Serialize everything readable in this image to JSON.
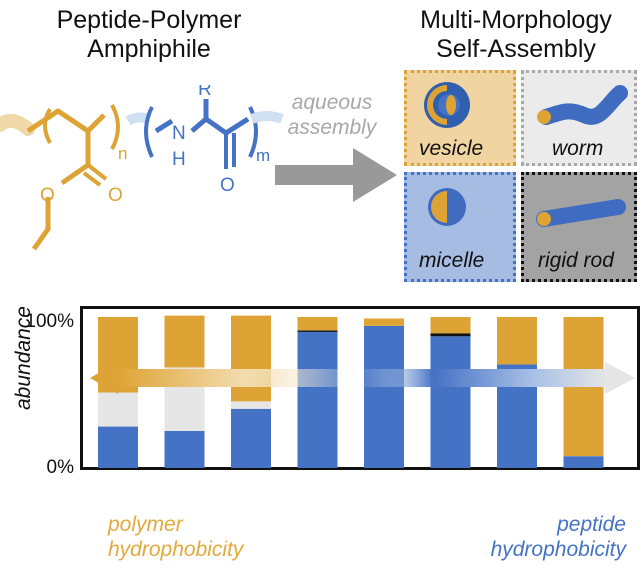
{
  "titles": {
    "left_line1": "Peptide-Polymer",
    "left_line2": "Amphiphile",
    "right_line1": "Multi-Morphology",
    "right_line2": "Self-Assembly"
  },
  "process_arrow": {
    "line1": "aqueous",
    "line2": "assembly"
  },
  "structure": {
    "repeat_polymer": "n",
    "repeat_peptide": "m",
    "ester_o": "O",
    "carbonyl_o_polymer": "O",
    "carbonyl_o_peptide": "O",
    "side_chain": "R",
    "amide_n": "N",
    "amide_h": "H"
  },
  "morphologies": [
    {
      "label": "vesicle",
      "color": "#e3a93a"
    },
    {
      "label": "worm",
      "color": "#a9a9a9"
    },
    {
      "label": "micelle",
      "color": "#4a7bd0"
    },
    {
      "label": "rigid rod",
      "color": "#111111"
    }
  ],
  "colors": {
    "polymer": "#dea335",
    "peptide": "#4472c4",
    "worm_fill": "#e8e8e8",
    "gray_arrow": "#999999"
  },
  "chart_data": {
    "type": "bar",
    "stacked": true,
    "ylabel": "abundance",
    "yticks": [
      "0%",
      "100%"
    ],
    "ylim": [
      0,
      100
    ],
    "grid": false,
    "series": [
      {
        "name": "micelle",
        "color": "#4472c4",
        "values": [
          28,
          25,
          40,
          92,
          96,
          89,
          70,
          8
        ]
      },
      {
        "name": "rigid rod",
        "color": "#111111",
        "values": [
          0,
          0,
          0,
          1,
          0,
          2,
          0,
          0
        ]
      },
      {
        "name": "worm",
        "color": "#e6e6e6",
        "values": [
          23,
          43,
          5,
          0,
          0,
          0,
          0,
          0
        ]
      },
      {
        "name": "vesicle",
        "color": "#dea335",
        "values": [
          51,
          35,
          58,
          9,
          5,
          11,
          32,
          94
        ]
      }
    ]
  },
  "gradient_axis": {
    "left_line1": "polymer",
    "left_line2": "hydrophobicity",
    "right_line1": "peptide",
    "right_line2": "hydrophobicity"
  }
}
